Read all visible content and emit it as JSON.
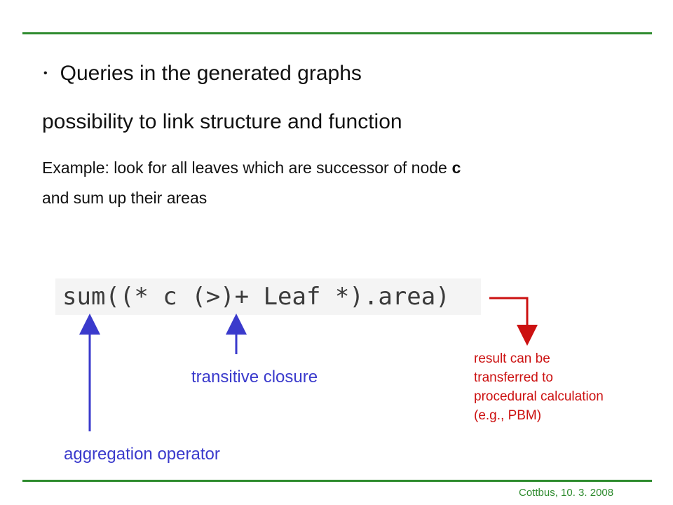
{
  "slide": {
    "bullet": "Queries in the generated graphs",
    "subtitle": "possibility to link structure and function",
    "example_prefix": "Example: look for all leaves which are successor of node ",
    "example_node": "c",
    "example_line2": "and sum up their areas",
    "code": "sum((* c (>)+ Leaf *).area)",
    "annotations": {
      "transitive_closure": "transitive closure",
      "aggregation_operator": "aggregation operator",
      "result_note": [
        "result can be",
        "transferred to",
        "procedural calculation",
        "(e.g., PBM)"
      ]
    },
    "footer": "Cottbus, 10. 3. 2008"
  },
  "colors": {
    "rule": "#2e8b2e",
    "blue_annotation": "#3a3acc",
    "red_annotation": "#cc1111"
  }
}
